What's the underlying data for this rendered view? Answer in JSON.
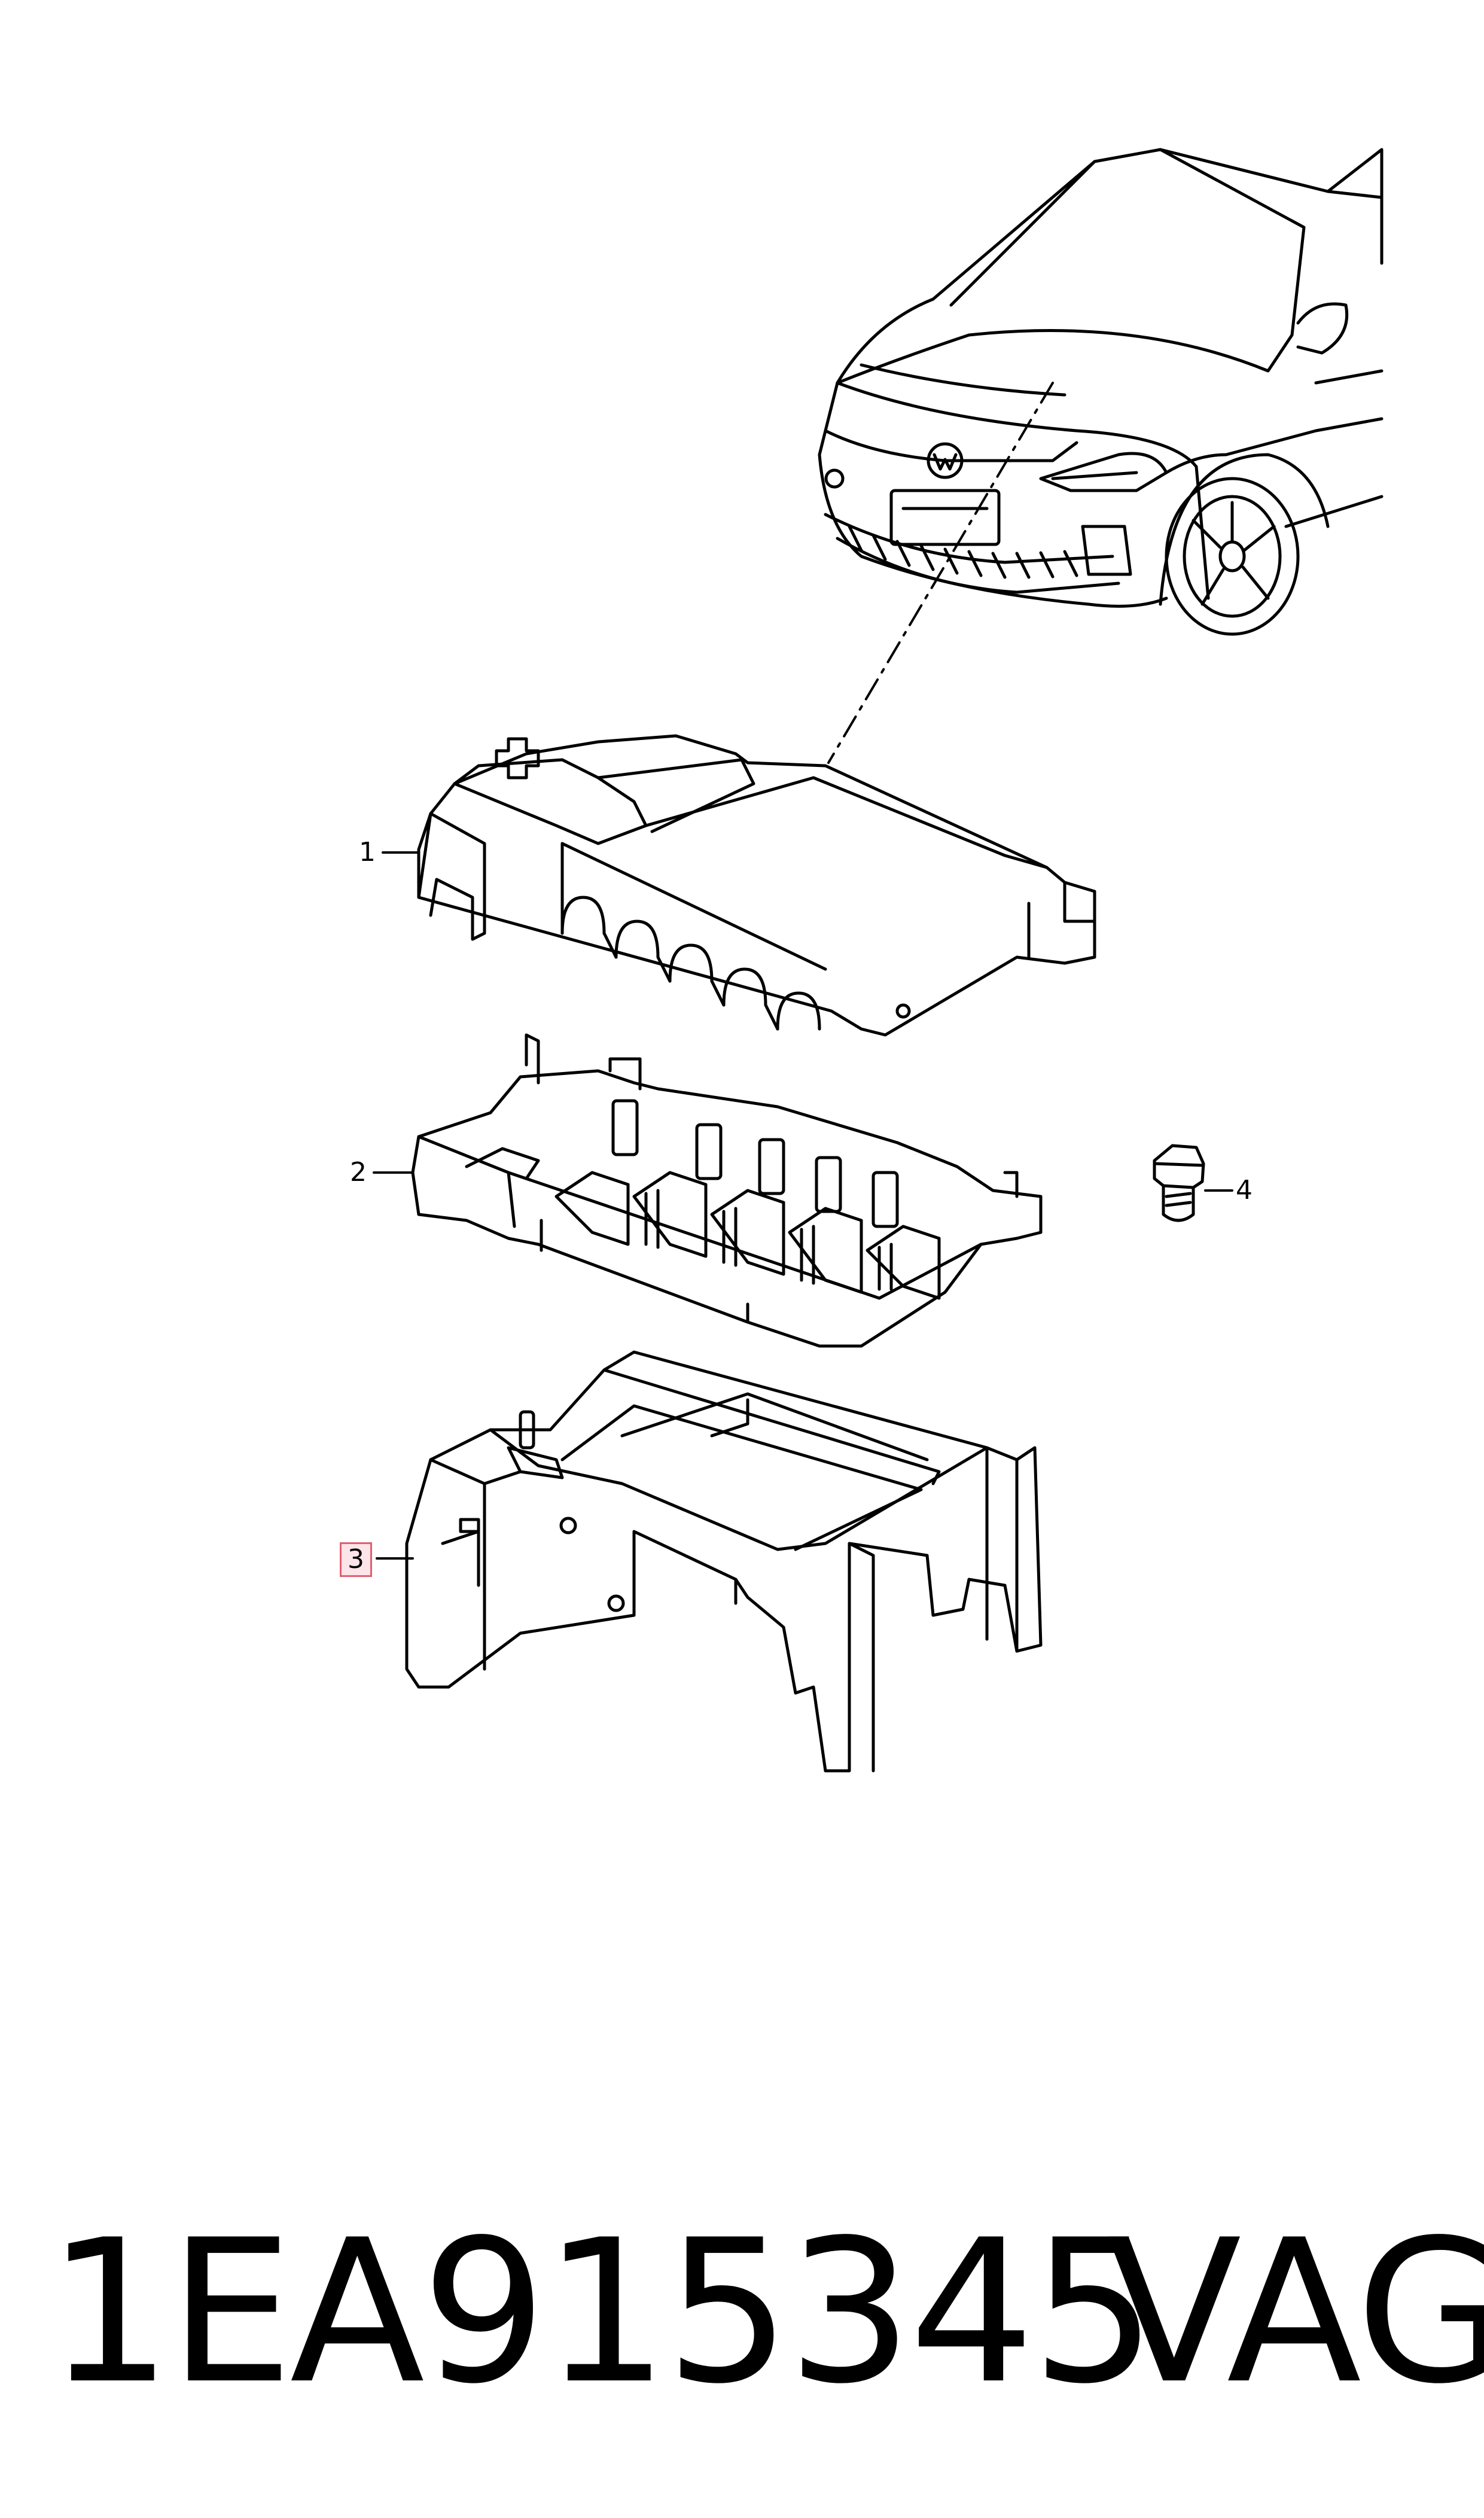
{
  "callouts": [
    {
      "label": "1",
      "highlighted": false
    },
    {
      "label": "2",
      "highlighted": false
    },
    {
      "label": "3",
      "highlighted": true
    },
    {
      "label": "4",
      "highlighted": false
    }
  ],
  "footer": {
    "part_number": "1EA915345",
    "brand": "VAG"
  },
  "colors": {
    "line": "#000000",
    "highlight_border": "#e06070",
    "highlight_fill": "#fde4e8"
  }
}
